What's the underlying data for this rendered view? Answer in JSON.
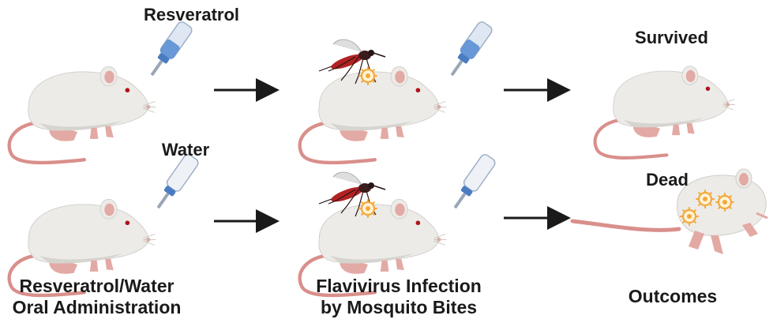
{
  "labels": {
    "resveratrol": "Resveratrol",
    "water": "Water",
    "survived": "Survived",
    "dead": "Dead"
  },
  "captions": {
    "administration_line1": "Resveratrol/Water",
    "administration_line2": "Oral Administration",
    "infection_line1": "Flavivirus Infection",
    "infection_line2": "by Mosquito Bites",
    "outcomes": "Outcomes"
  },
  "icons": [
    "mouse-icon",
    "water-bottle-icon",
    "mosquito-icon",
    "virus-icon",
    "arrow-icon",
    "dead-mouse-icon"
  ],
  "colors": {
    "mouse_body": "#ecebe8",
    "mouse_shade": "#d6d4cf",
    "mouse_pink": "#e3a9a4",
    "tail": "#d98f8b",
    "eye": "#b0121b",
    "bottle_cap": "#5b8fd4",
    "bottle_body": "#dfe7f2",
    "mosquito_body": "#b22222",
    "virus": "#f2a93b",
    "arrow": "#1a1a1a"
  }
}
